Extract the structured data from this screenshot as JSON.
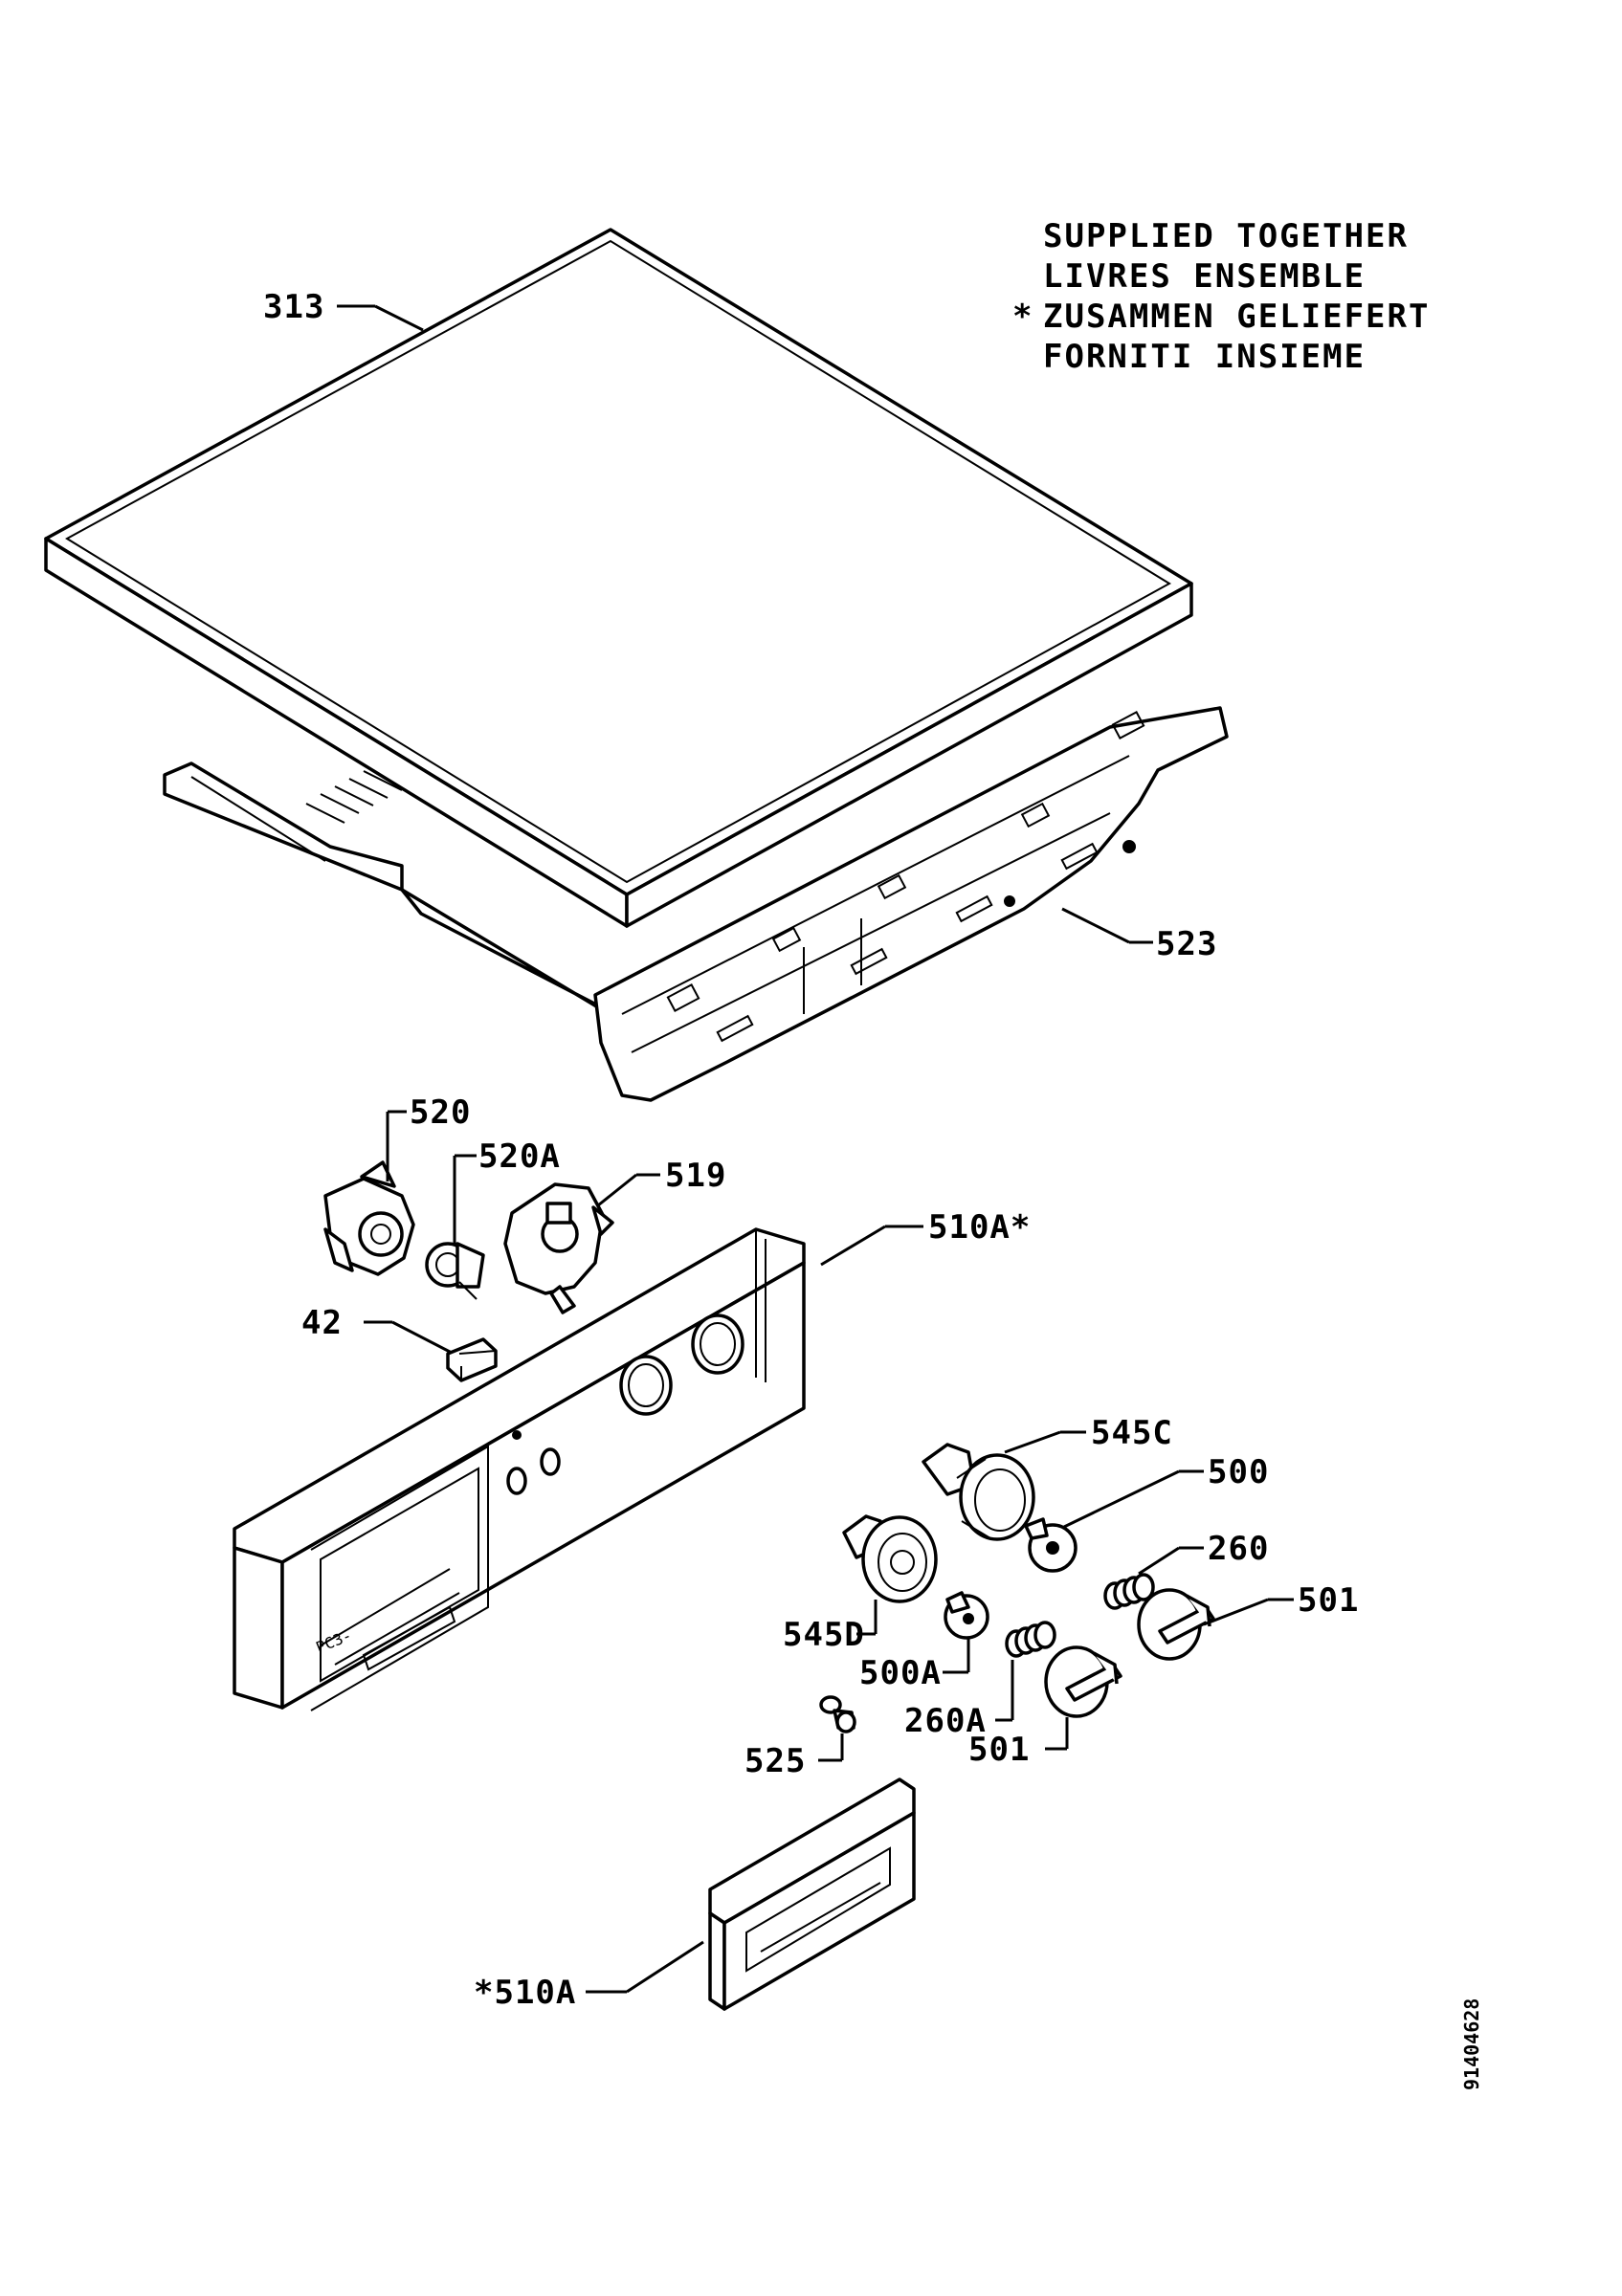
{
  "note": {
    "asterisk": "*",
    "lines": [
      "SUPPLIED TOGETHER",
      "LIVRES ENSEMBLE",
      "ZUSAMMEN GELIEFERT",
      "FORNITI INSIEME"
    ]
  },
  "labels": {
    "l313": "313",
    "l523": "523",
    "l520": "520",
    "l520A": "520A",
    "l519": "519",
    "l510A_star": "510A*",
    "l42": "42",
    "l545C": "545C",
    "l500": "500",
    "l260": "260",
    "l501_right": "501",
    "l545D": "545D",
    "l500A": "500A",
    "l260A": "260A",
    "l501_lower": "501",
    "l525": "525",
    "l510A_bottom": "*510A"
  },
  "panel_marking": "PC3-",
  "drawing_code": "91404628"
}
